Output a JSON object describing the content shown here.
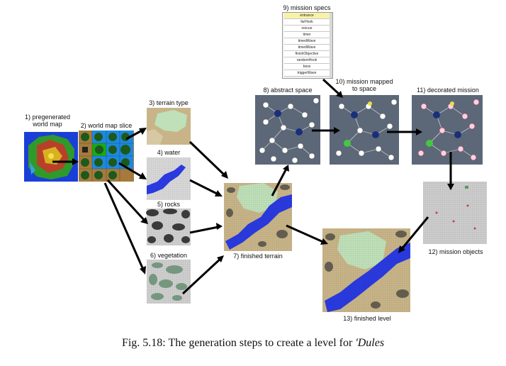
{
  "labels": {
    "l1a": "1) pregenerated",
    "l1b": "world map",
    "l2": "2) world map slice",
    "l3": "3) terrain type",
    "l4": "4) water",
    "l5": "5) rocks",
    "l6": "6) vegetation",
    "l7": "7) finished terrain",
    "l8": "8) abstract space",
    "l9": "9) mission specs",
    "l10a": "10) mission mapped",
    "l10b": "to space",
    "l11": "11) decorated mission",
    "l12": "12) mission objects",
    "l13": "13) finished level"
  },
  "mission_specs": [
    "entrance",
    "farHook",
    "rescue",
    "timer",
    "timedWave",
    "timedWave",
    "finishObjective",
    "randomHook",
    "boss",
    "triggerWave"
  ],
  "caption": {
    "prefix": "Fig. 5.18: The generation steps to create a level for ",
    "title": "'Dules"
  },
  "colors": {
    "ink": "#111111",
    "graph_bg": "#5c6878",
    "node_fill": "#ffffff",
    "node_dark": "#1a2f7a",
    "water": "#2a3adf",
    "sand": "#c8b488",
    "grass": "#bfe0b8",
    "slice_blue": "#1e88e0",
    "slice_brown": "#a57a3c",
    "slice_green": "#1aa81a"
  }
}
